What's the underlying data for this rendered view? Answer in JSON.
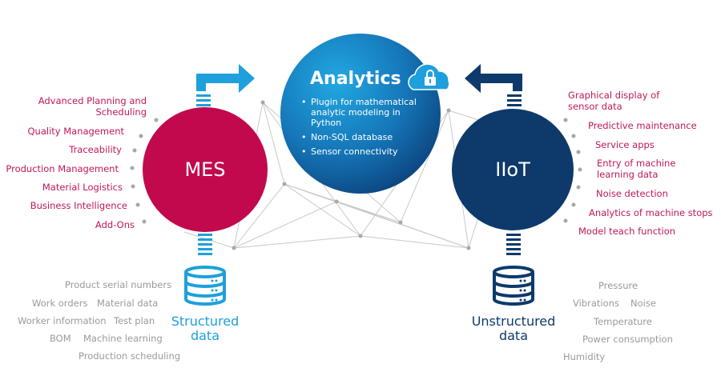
{
  "analytics": {
    "title": "Analytics",
    "bullets": [
      "Plugin for mathematical analytic modeling in Python",
      "Non-SQL database",
      "Sensor connectivity"
    ]
  },
  "mes": {
    "title": "MES",
    "features": [
      "Advanced Planning and Scheduling",
      "Quality Management",
      "Traceability",
      "Production Management",
      "Material Logistics",
      "Business Intelligence",
      "Add-Ons"
    ]
  },
  "iiot": {
    "title": "IIoT",
    "features": [
      "Graphical display of sensor data",
      "Predictive maintenance",
      "Service apps",
      "Entry of machine learning data",
      "Noise detection",
      "Analytics of machine stops",
      "Model teach function"
    ]
  },
  "structured": {
    "title": "Structured data",
    "items": [
      "Product serial numbers",
      "Work orders",
      "Material data",
      "Worker information",
      "Test plan",
      "BOM",
      "Machine learning",
      "Production scheduling"
    ]
  },
  "unstructured": {
    "title": "Unstructured data",
    "items": [
      "Pressure",
      "Vibrations",
      "Noise",
      "Temperature",
      "Power consumption",
      "Humidity"
    ]
  },
  "colors": {
    "mes": "#c2094e",
    "iiot": "#0d3a6b",
    "analytics_light": "#1ea0dc",
    "analytics_dark": "#0b3f78",
    "feature_text": "#c0185a",
    "grey_text": "#9a9a9a"
  },
  "icons": [
    "arrow-right-icon",
    "arrow-left-icon",
    "cloud-lock-icon",
    "database-icon"
  ]
}
